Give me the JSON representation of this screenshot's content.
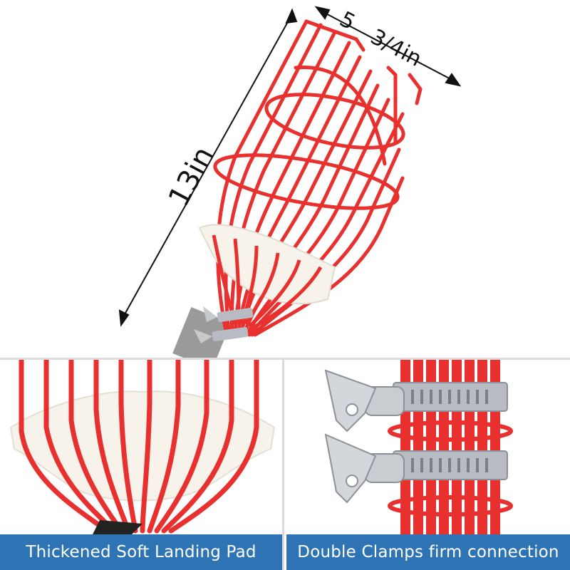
{
  "dimensions": {
    "height_label": "13in",
    "width_label_part1": "5",
    "width_label_part2": "3/4in"
  },
  "panels": {
    "left_caption": "Thickened Soft Landing Pad",
    "right_caption": "Double Clamps firm connection"
  },
  "colors": {
    "wire": "#e8312f",
    "pad": "#f7f3ea",
    "caption_bg": "#2e74b5",
    "clamp_metal": "#b8bcc2"
  }
}
